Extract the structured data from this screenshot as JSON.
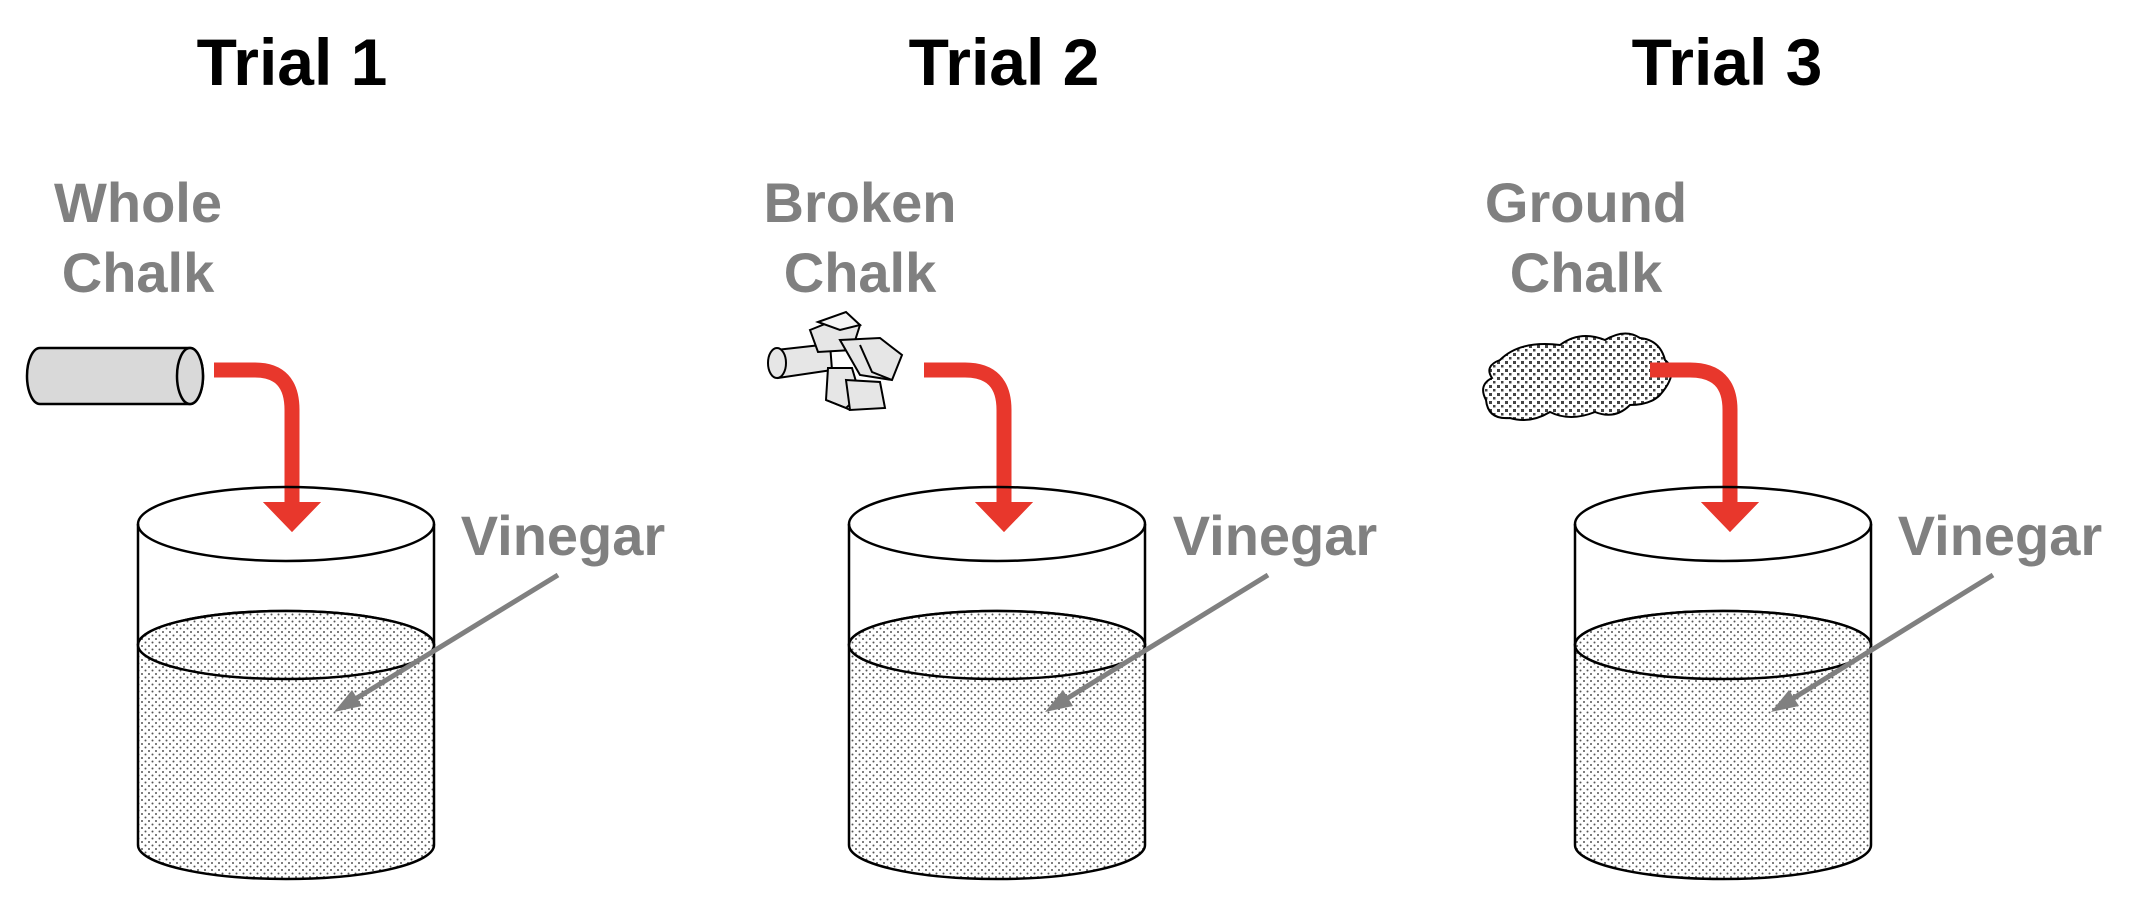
{
  "colors": {
    "label_gray": "#808080",
    "arrow_red": "#e8372c",
    "outline": "#000000",
    "chalk_fill": "#d9d9d9",
    "liquid_dot": "#555555"
  },
  "trials": [
    {
      "title": "Trial 1",
      "chalk_label": [
        "Whole",
        "Chalk"
      ],
      "chalk_form": "whole-chalk-icon",
      "liquid_label": "Vinegar"
    },
    {
      "title": "Trial 2",
      "chalk_label": [
        "Broken",
        "Chalk"
      ],
      "chalk_form": "broken-chalk-icon",
      "liquid_label": "Vinegar"
    },
    {
      "title": "Trial 3",
      "chalk_label": [
        "Ground",
        "Chalk"
      ],
      "chalk_form": "ground-chalk-icon",
      "liquid_label": "Vinegar"
    }
  ]
}
